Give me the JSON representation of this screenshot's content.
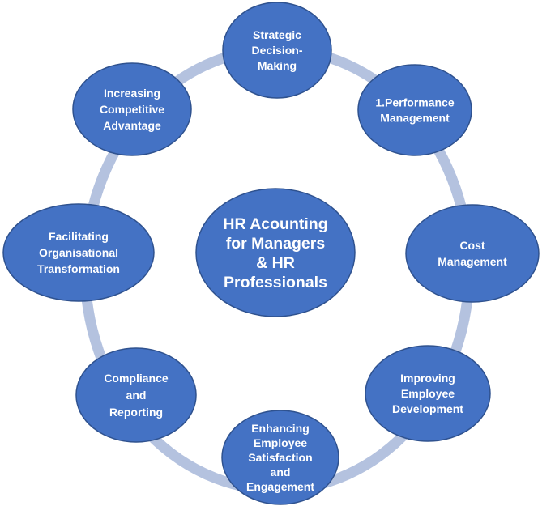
{
  "center": {
    "lines": [
      "HR Acounting",
      "for Managers",
      "& HR",
      "Professionals"
    ]
  },
  "nodes": [
    {
      "id": "strategic-decision-making",
      "lines": [
        "Strategic",
        "Decision-",
        "Making"
      ]
    },
    {
      "id": "performance-management",
      "lines": [
        "1.Performance",
        "Management"
      ]
    },
    {
      "id": "cost-management",
      "lines": [
        "Cost",
        "Management"
      ]
    },
    {
      "id": "improving-employee-development",
      "lines": [
        "Improving",
        "Employee",
        "Development"
      ]
    },
    {
      "id": "enhancing-employee-satisfaction",
      "lines": [
        "Enhancing",
        "Employee",
        "Satisfaction",
        "and",
        "Engagement"
      ]
    },
    {
      "id": "compliance-and-reporting",
      "lines": [
        "Compliance",
        "and",
        "Reporting"
      ]
    },
    {
      "id": "facilitating-organisational-transformation",
      "lines": [
        "Facilitating",
        "Organisational",
        "Transformation"
      ]
    },
    {
      "id": "increasing-competitive-advantage",
      "lines": [
        "Increasing",
        "Competitive",
        "Advantage"
      ]
    }
  ],
  "colors": {
    "node_fill": "#4472c4",
    "node_stroke": "#2f528f",
    "ring": "#b4c2df",
    "text": "#ffffff"
  }
}
